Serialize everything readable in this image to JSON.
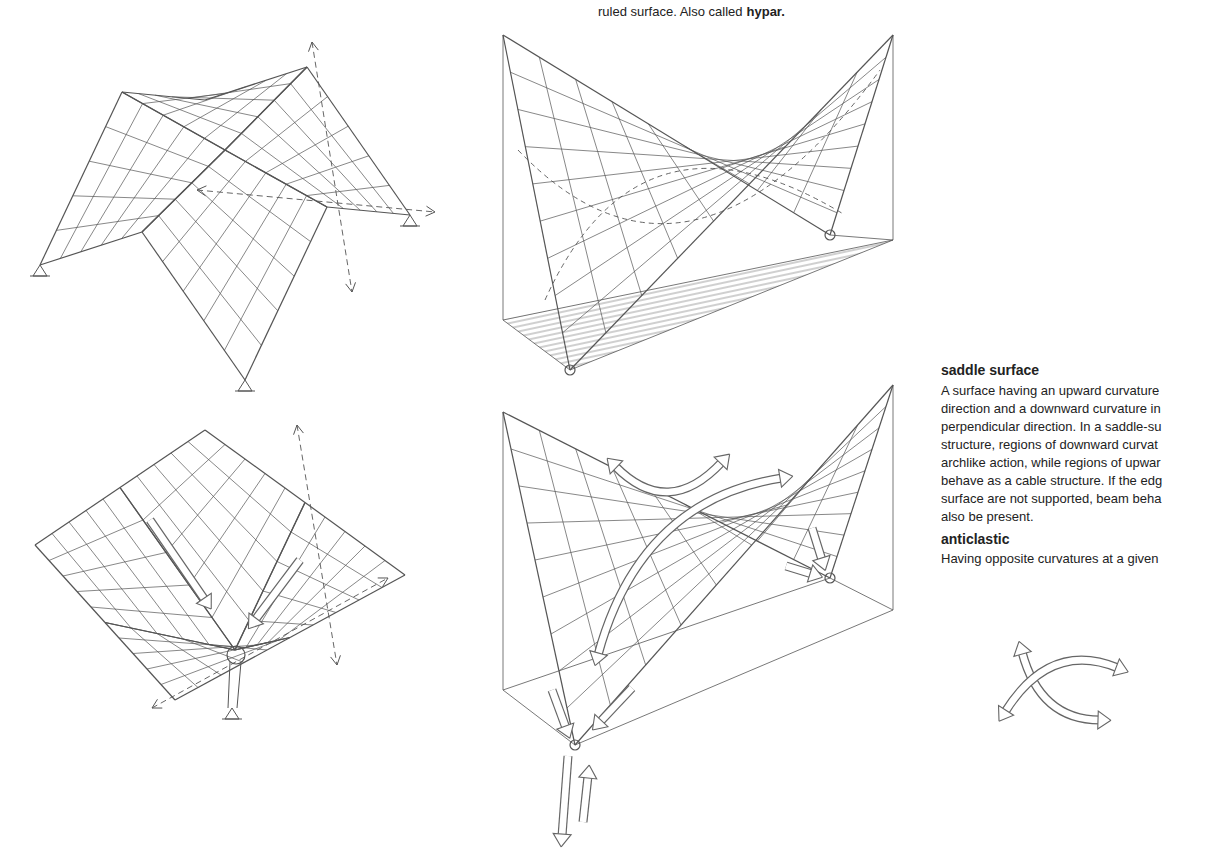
{
  "diagram": {
    "labels": [
      "ruled surface. Also called",
      "hypar.",
      "saddle surface",
      "A surface having an upward curvature",
      "direction and a downward curvature in",
      "perpendicular direction. In a saddle-su",
      "structure, regions of downward curvat",
      "archlike action, while regions of upwar",
      "behave as a cable structure. If the edg",
      "surface are not supported, beam beha",
      "also be present.",
      "anticlastic",
      "Having opposite curvatures at a given"
    ]
  }
}
